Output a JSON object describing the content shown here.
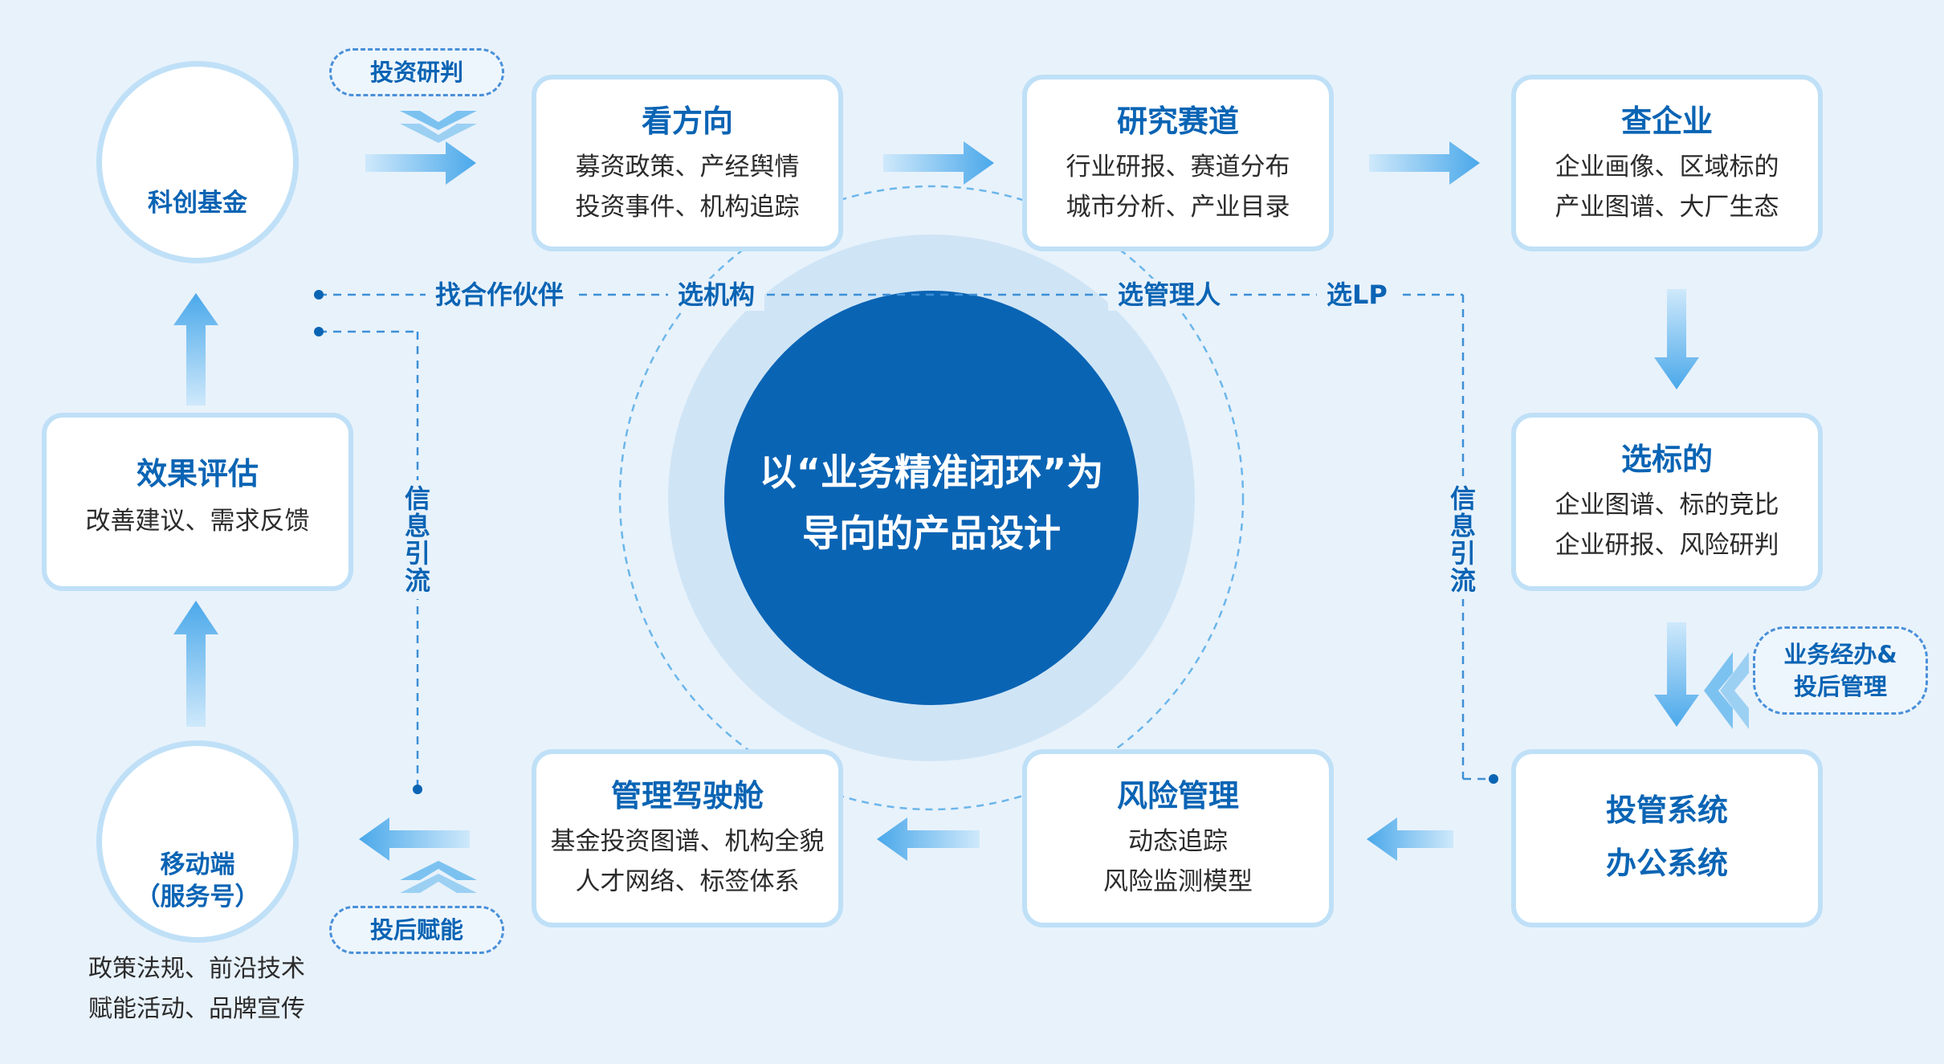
{
  "center": {
    "line1": "以“业务精准闭环”为",
    "line2": "导向的产品设计"
  },
  "boxes": {
    "direction": {
      "title": "看方向",
      "line1": "募资政策、产经舆情",
      "line2": "投资事件、机构追踪"
    },
    "track": {
      "title": "研究赛道",
      "line1": "行业研报、赛道分布",
      "line2": "城市分析、产业目录"
    },
    "enterprise": {
      "title": "查企业",
      "line1": "企业画像、区域标的",
      "line2": "产业图谱、大厂生态"
    },
    "target": {
      "title": "选标的",
      "line1": "企业图谱、标的竞比",
      "line2": "企业研报、风险研判"
    },
    "system": {
      "line1": "投管系统",
      "line2": "办公系统"
    },
    "risk": {
      "title": "风险管理",
      "line1": "动态追踪",
      "line2": "风险监测模型"
    },
    "cockpit": {
      "title": "管理驾驶舱",
      "line1": "基金投资图谱、机构全貌",
      "line2": "人才网络、标签体系"
    },
    "evaluation": {
      "title": "效果评估",
      "line1": "改善建议、需求反馈"
    }
  },
  "circles": {
    "fund": {
      "label": "科创基金",
      "icon": "bar-chart-icon"
    },
    "mobile": {
      "label1": "移动端",
      "label2": "（服务号）",
      "icon": "smartphone-icon",
      "cap1": "政策法规、前沿技术",
      "cap2": "赋能活动、品牌宣传"
    }
  },
  "pills": {
    "research": "投资研判",
    "empower": "投后赋能",
    "business_line1": "业务经办&",
    "business_line2": "投后管理"
  },
  "dashed_labels": {
    "partner": "找合作伙伴",
    "institution": "选机构",
    "manager": "选管理人",
    "lp": "选LP"
  },
  "vertical_labels": {
    "left": "信息引流",
    "right": "信息引流"
  },
  "colors": {
    "primary": "#0a64b4",
    "border": "#bfe0f7",
    "arrow": "#5fb4ee",
    "icon": "#f07d22",
    "background": "#e8f2fb"
  }
}
